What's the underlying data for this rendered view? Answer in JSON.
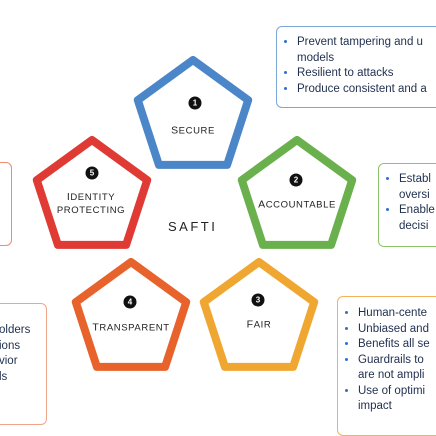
{
  "title": "SAFTI",
  "colors": {
    "secure": "#4a86c8",
    "accountable": "#6ab04c",
    "fair": "#f0a732",
    "transparent": "#e8622c",
    "identity": "#e03a35",
    "callout_blue": "#7aa7d8",
    "callout_green": "#8cc26a",
    "callout_orange": "#f3b25a",
    "callout_red": "#ec8a72",
    "callout_salmon": "#f0a58a"
  },
  "pentagons": [
    {
      "id": "secure",
      "number": "1",
      "first": "S",
      "rest": "ECURE",
      "lines": 1
    },
    {
      "id": "accountable",
      "number": "2",
      "first": "A",
      "rest": "CCOUNTABLE",
      "lines": 1
    },
    {
      "id": "fair",
      "number": "3",
      "first": "F",
      "rest": "AIR",
      "lines": 1
    },
    {
      "id": "transparent",
      "number": "4",
      "first": "T",
      "rest": "RANSPARENT",
      "lines": 1
    },
    {
      "id": "identity",
      "number": "5",
      "first": "I",
      "rest": "DENTITY",
      "line2": "PROTECTING",
      "lines": 2
    }
  ],
  "callouts": {
    "secure": [
      "Prevent tampering and u\nmodels",
      "Resilient to attacks",
      "Produce consistent and a"
    ],
    "accountable": [
      "Establ\noversi",
      "Enable\ndecisi"
    ],
    "fair": [
      "Human-cente",
      "Unbiased and",
      "Benefits all se",
      "Guardrails to \nare not ampli",
      "Use of optimi\nimpact"
    ],
    "transparent": [
      "olders",
      "ions",
      "vior",
      "ls"
    ]
  }
}
